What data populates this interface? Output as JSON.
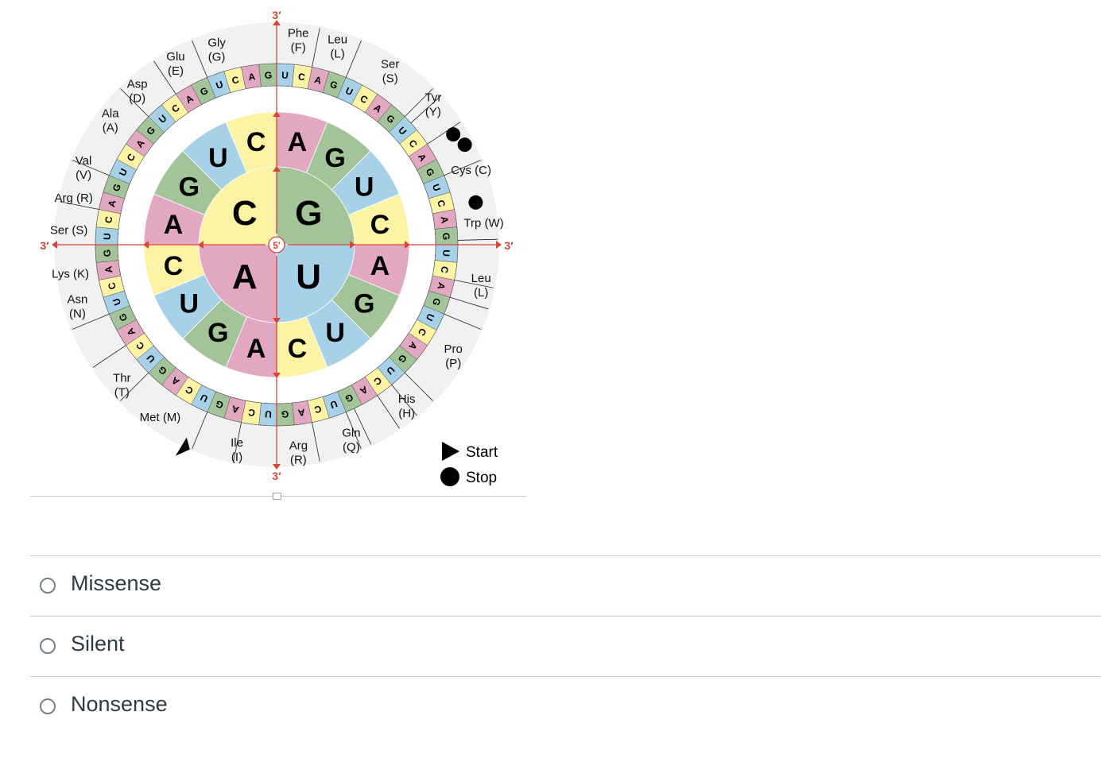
{
  "figure": {
    "prime3": "3′",
    "prime5": "5′",
    "inner_ring": [
      "G",
      "U",
      "A",
      "C"
    ],
    "second_ring": [
      "A",
      "G",
      "U",
      "C",
      "A",
      "G",
      "U",
      "C",
      "A",
      "G",
      "U",
      "C",
      "A",
      "G",
      "U",
      "C"
    ],
    "third_ring": [
      "U",
      "C",
      "A",
      "G",
      "U",
      "C",
      "A",
      "G",
      "U",
      "C",
      "A",
      "G",
      "U",
      "C",
      "A",
      "G",
      "U",
      "C",
      "A",
      "G",
      "U",
      "C",
      "A",
      "G",
      "U",
      "C",
      "A",
      "G",
      "U",
      "C",
      "A",
      "G",
      "U",
      "C",
      "A",
      "G",
      "U",
      "C",
      "A",
      "G",
      "U",
      "C",
      "A",
      "G",
      "U",
      "C",
      "A",
      "G",
      "U",
      "C",
      "A",
      "G",
      "U",
      "C",
      "A",
      "G",
      "U",
      "C",
      "A",
      "G",
      "U",
      "C",
      "A",
      "G"
    ],
    "amino_acids": [
      {
        "name": "Gly",
        "code": "(G)"
      },
      {
        "name": "Phe",
        "code": "(F)"
      },
      {
        "name": "Leu",
        "code": "(L)"
      },
      {
        "name": "Ser",
        "code": "(S)"
      },
      {
        "name": "Tyr",
        "code": "(Y)"
      },
      {
        "name": "Cys",
        "code": "(C)",
        "inline": true
      },
      {
        "name": "Trp",
        "code": "(W)",
        "inline": true
      },
      {
        "name": "Leu",
        "code": "(L)"
      },
      {
        "name": "Pro",
        "code": "(P)"
      },
      {
        "name": "His",
        "code": "(H)"
      },
      {
        "name": "Gln",
        "code": "(Q)"
      },
      {
        "name": "Arg",
        "code": "(R)"
      },
      {
        "name": "Ile",
        "code": "(I)"
      },
      {
        "name": "Met",
        "code": "(M)",
        "inline": true
      },
      {
        "name": "Thr",
        "code": "(T)"
      },
      {
        "name": "Asn",
        "code": "(N)"
      },
      {
        "name": "Lys",
        "code": "(K)",
        "inline": true
      },
      {
        "name": "Ser",
        "code": "(S)",
        "inline": true
      },
      {
        "name": "Arg",
        "code": "(R)",
        "inline": true
      },
      {
        "name": "Val",
        "code": "(V)"
      },
      {
        "name": "Ala",
        "code": "(A)"
      },
      {
        "name": "Asp",
        "code": "(D)"
      },
      {
        "name": "Glu",
        "code": "(E)"
      }
    ],
    "legend": {
      "start": "Start",
      "stop": "Stop"
    },
    "colors": {
      "A": "#e2a8c2",
      "G": "#a3c398",
      "U": "#a6d1e8",
      "C": "#fdf3a5",
      "ring_bg": "#f1f1f1",
      "arrow": "#d8453a",
      "ink": "#000000"
    }
  },
  "question": {
    "options": [
      "Missense",
      "Silent",
      "Nonsense"
    ]
  }
}
